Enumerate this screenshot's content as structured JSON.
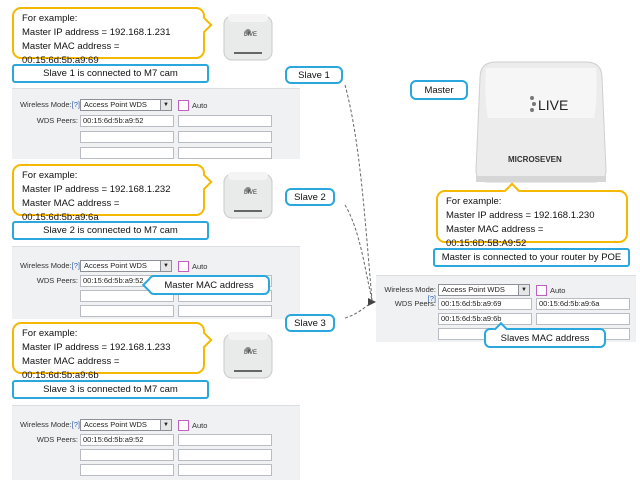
{
  "slaves": [
    {
      "example_title": "For example:",
      "ip_line": "Master IP address = 192.168.1.231",
      "mac_line": "Master MAC address = 00:15:6d:5b:a9:69",
      "banner": "Slave 1 is connected to M7 cam",
      "tag": "Slave 1",
      "form": {
        "mode_label": "Wireless Mode:",
        "help": "[?]",
        "mode_value": "Access Point WDS",
        "auto_label": "Auto",
        "peers_label": "WDS Peers:",
        "peer1": "00:15:6d:5b:a9:52"
      }
    },
    {
      "example_title": "For example:",
      "ip_line": "Master IP address = 192.168.1.232",
      "mac_line": "Master MAC address = 00:15:6d:5b:a9:6a",
      "banner": "Slave 2 is connected to M7 cam",
      "tag": "Slave 2",
      "form": {
        "mode_label": "Wireless Mode:",
        "help": "[?]",
        "mode_value": "Access Point WDS",
        "auto_label": "Auto",
        "peers_label": "WDS Peers:",
        "peer1": "00:15:6d:5b:a9:52"
      }
    },
    {
      "example_title": "For example:",
      "ip_line": "Master IP address = 192.168.1.233",
      "mac_line": "Master MAC address = 00:15:6d:5b:a9:6b",
      "banner": "Slave 3 is connected to M7 cam",
      "tag": "Slave 3",
      "form": {
        "mode_label": "Wireless Mode:",
        "help": "[?]",
        "mode_value": "Access Point WDS",
        "auto_label": "Auto",
        "peers_label": "WDS Peers:",
        "peer1": "00:15:6d:5b:a9:52"
      }
    }
  ],
  "master": {
    "tag": "Master",
    "device_brand": "LIVE",
    "device_maker": "MICROSEVEN",
    "example_title": "For example:",
    "ip_line": "Master IP address = 192.168.1.230",
    "mac_line": "Master MAC address = 00:15:6D:5B:A9:52",
    "banner": "Master is connected to your router by POE",
    "form": {
      "mode_label": "Wireless Mode:",
      "help": "[?]",
      "mode_value": "Access Point WDS",
      "auto_label": "Auto",
      "peers_label": "WDS Peers:",
      "peer1": "00:15:6d:5b:a9:69",
      "peer2": "00:15:6d:5b:a9:6a",
      "peer3": "00:15:6d:5b:a9:6b"
    }
  },
  "annotations": {
    "master_mac": "Master MAC address",
    "slaves_mac": "Slaves MAC address"
  },
  "colors": {
    "callout_border": "#f5b800",
    "label_border": "#2aa7dd",
    "panel_bg": "#f0f1f3"
  }
}
